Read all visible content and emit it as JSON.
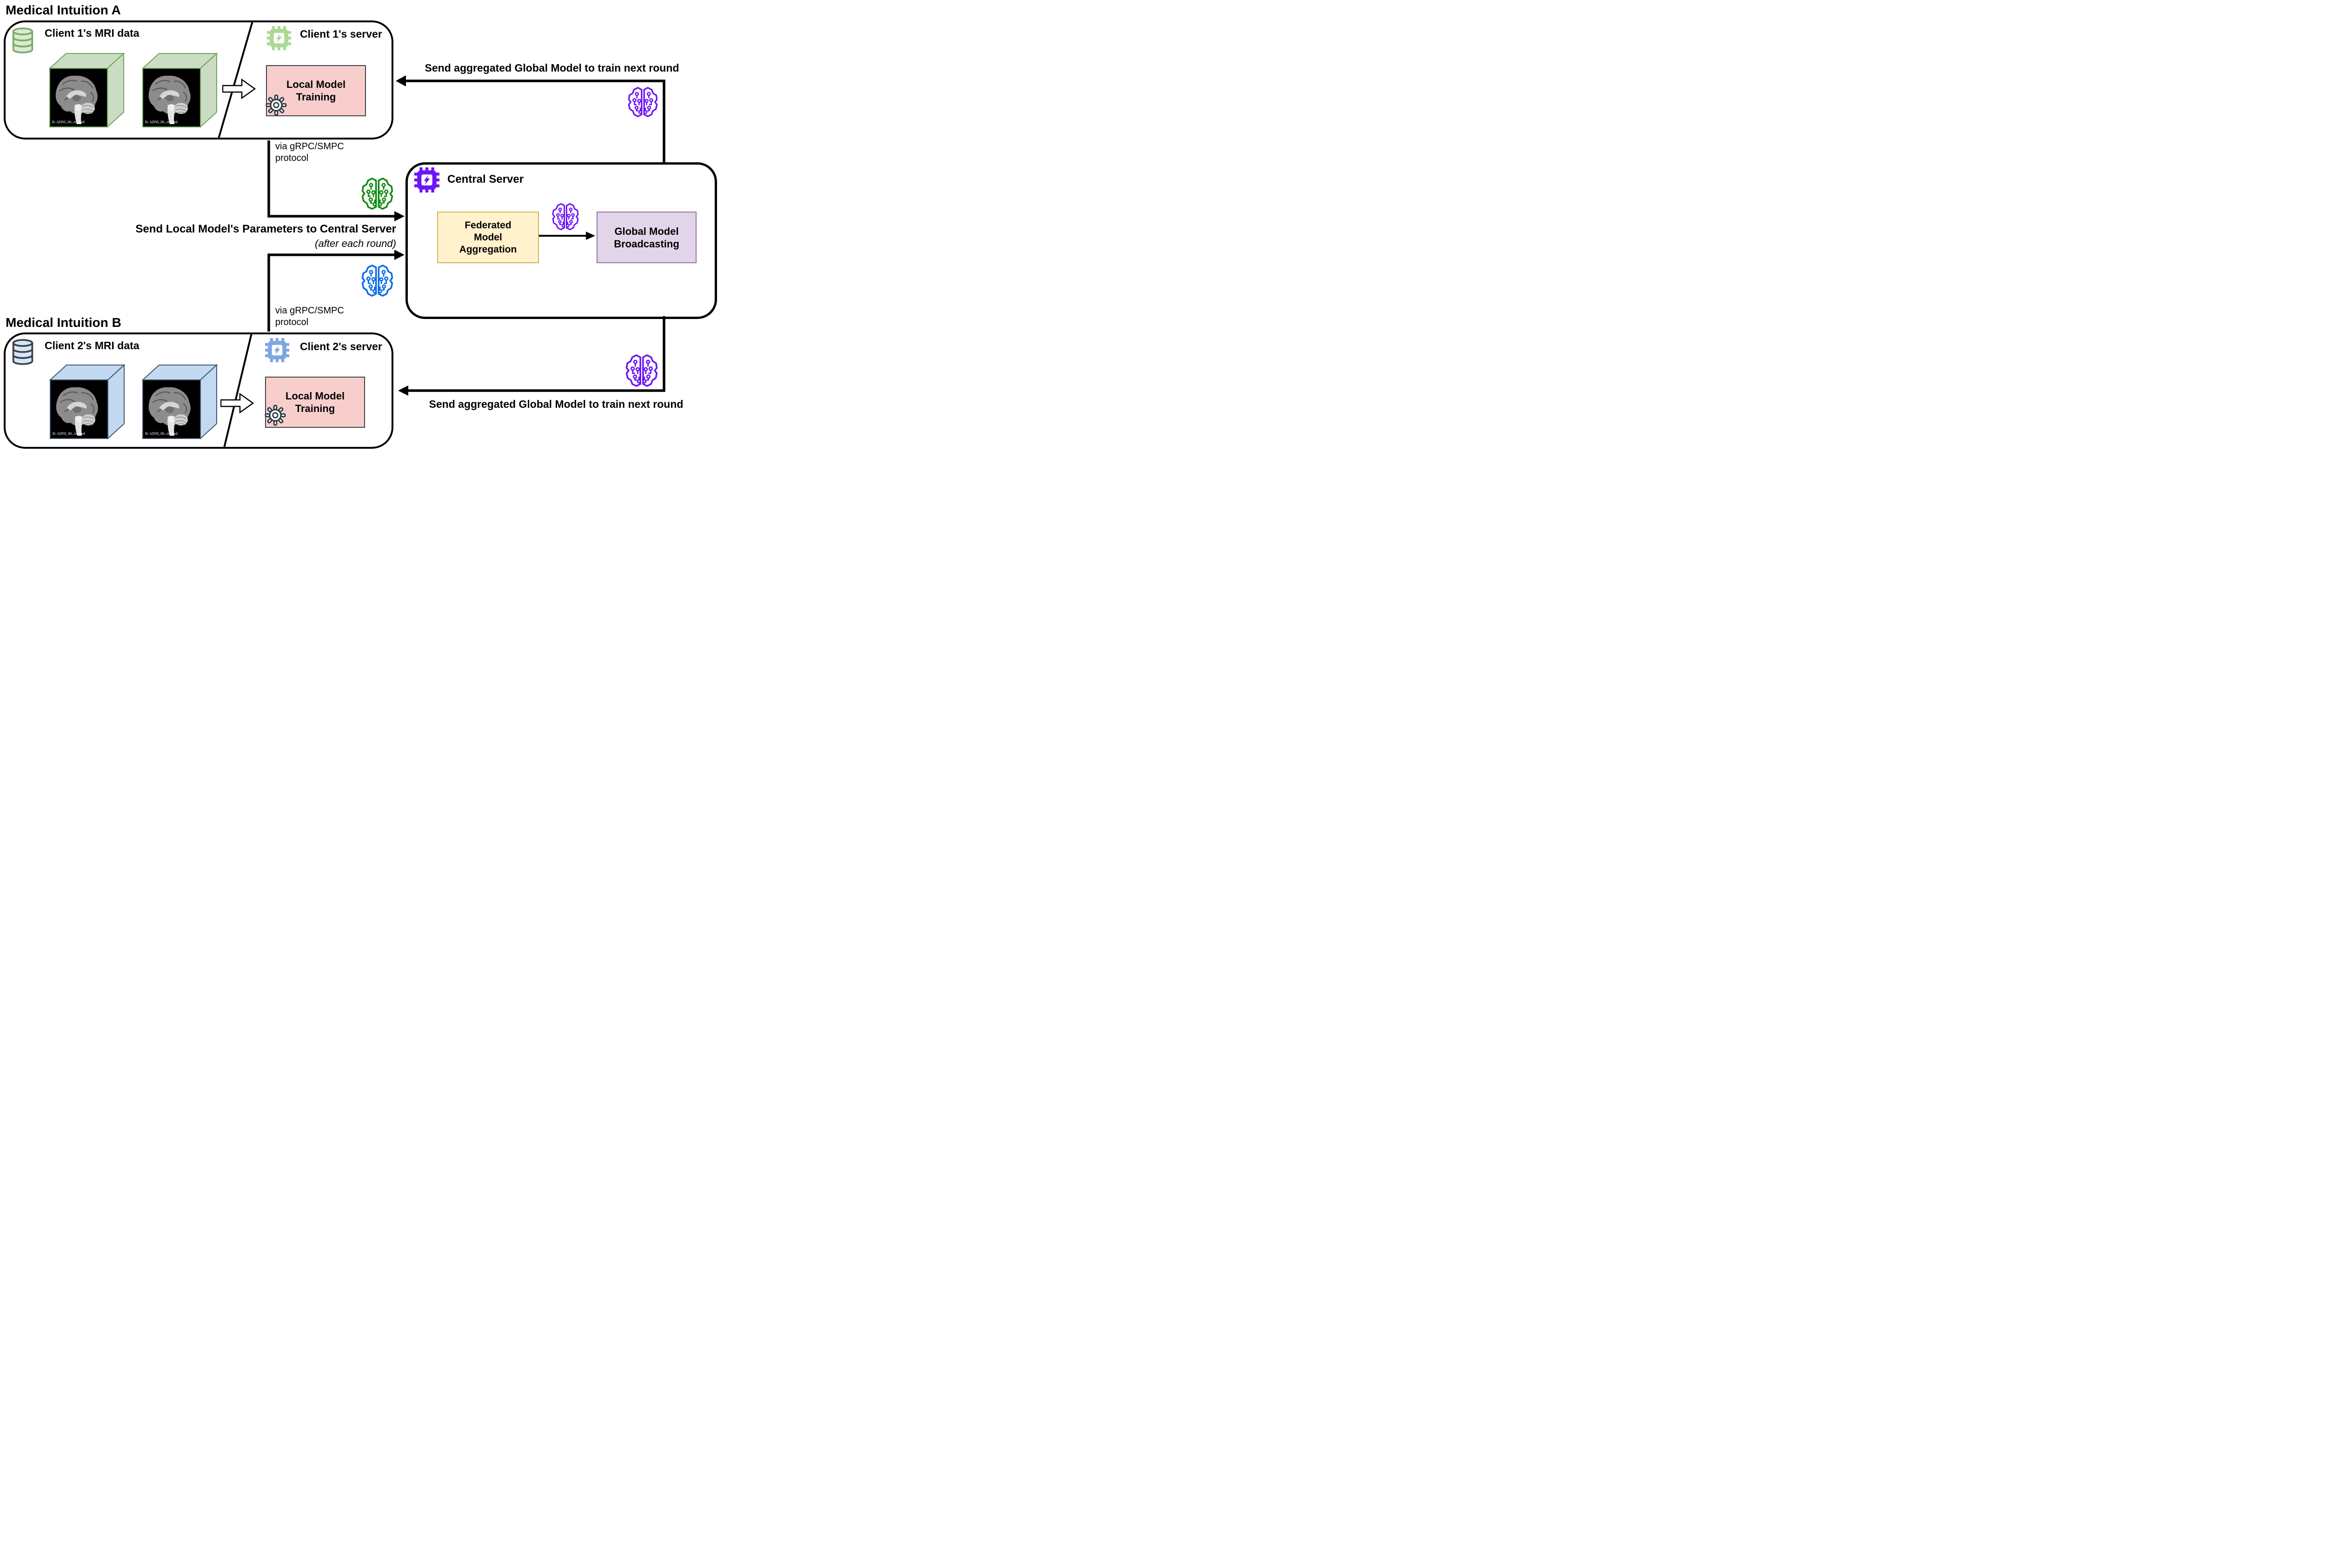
{
  "colors": {
    "line": "#000000",
    "green_accent": "#abd994",
    "green_edge": "#71a25b",
    "green_brain": "#0e8b0e",
    "blue_chip": "#7ea6e0",
    "blue_brain": "#0e6be8",
    "blue_cube_side": "#c3d9f1",
    "purple_accent": "#6d16f5",
    "pink_fill": "#f8cecc",
    "yellow_fill": "#fff2cc",
    "yellow_border": "#d0b255",
    "lavender_fill": "#e2d5e9",
    "lavender_border": "#9673a6"
  },
  "institution_a": {
    "title": "Medical Intuition A",
    "data_header": "Client 1's MRI data",
    "server_header": "Client 1's server",
    "training_box": {
      "line1": "Local Model",
      "line2": "Training"
    },
    "mri_cubes": [
      {
        "label": "B: ADNI_00...tripped"
      },
      {
        "label": "B: ADNI_00...tripped"
      }
    ],
    "icons": {
      "database": "database-icon",
      "chip": "chip-icon",
      "gear": "gear-icon",
      "feed_arrow": "block-arrow-icon"
    }
  },
  "institution_b": {
    "title": "Medical Intuition B",
    "data_header": "Client 2's MRI data",
    "server_header": "Client 2's server",
    "training_box": {
      "line1": "Local Model",
      "line2": "Training"
    },
    "mri_cubes": [
      {
        "label": "B: ADNI_00...tripped"
      },
      {
        "label": "B: ADNI_00...tripped"
      }
    ],
    "icons": {
      "database": "database-icon",
      "chip": "chip-icon",
      "gear": "gear-icon",
      "feed_arrow": "block-arrow-icon"
    }
  },
  "central_server": {
    "title": "Central Server",
    "aggregation_box": {
      "line1": "Federated",
      "line2": "Model",
      "line3": "Aggregation"
    },
    "broadcast_box": {
      "line1": "Global Model",
      "line2": "Broadcasting"
    },
    "icons": {
      "chip": "chip-icon",
      "model": "brain-circuit-icon"
    }
  },
  "flow_labels": {
    "send_global_top": "Send aggregated Global Model to train next round",
    "send_global_bottom": "Send aggregated Global Model to train next round",
    "send_local": "Send Local Model's Parameters to Central Server",
    "send_local_note": "(after each round)",
    "via_protocol_top": {
      "line1": "via gRPC/SMPC",
      "line2": "protocol"
    },
    "via_protocol_bottom": {
      "line1": "via gRPC/SMPC",
      "line2": "protocol"
    },
    "model_icons": {
      "client1_update": "brain-circuit-icon-green",
      "client2_update": "brain-circuit-icon-blue",
      "global_model": "brain-circuit-icon-purple"
    }
  }
}
